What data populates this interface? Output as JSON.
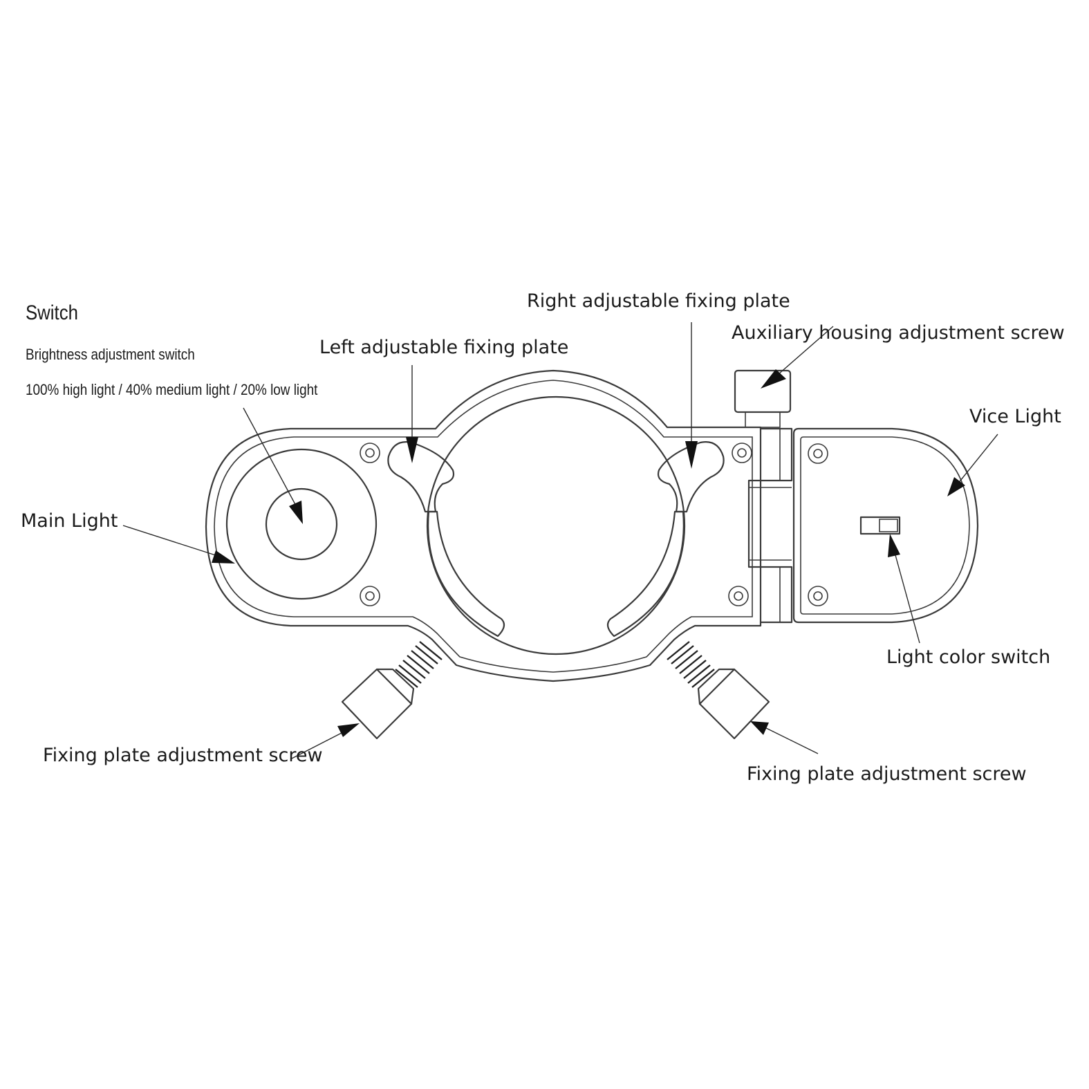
{
  "labels": {
    "switch": "Switch",
    "brightness_switch": "Brightness adjustment switch",
    "brightness_levels": "100% high light / 40% medium light / 20% low light",
    "left_plate": "Left adjustable fixing plate",
    "right_plate": "Right adjustable fixing plate",
    "aux_screw": "Auxiliary housing adjustment screw",
    "vice_light": "Vice Light",
    "main_light": "Main Light",
    "light_color_switch": "Light color switch",
    "fixing_screw_left": "Fixing plate adjustment screw",
    "fixing_screw_right": "Fixing plate adjustment screw"
  },
  "colors": {
    "line": "#3a3a3a",
    "text": "#1a1a1a",
    "background": "#ffffff"
  }
}
